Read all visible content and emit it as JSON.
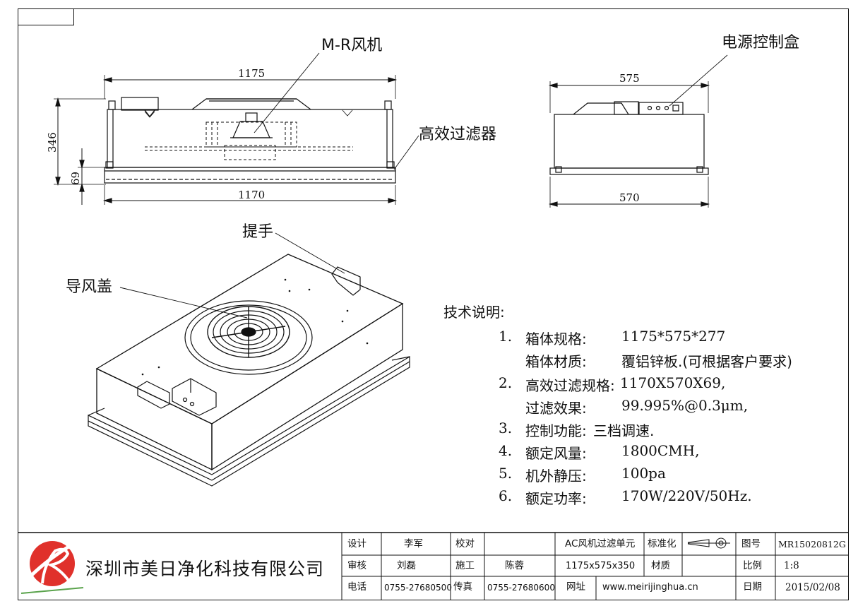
{
  "callouts": {
    "fan": "M-R风机",
    "control_box": "电源控制盒",
    "hepa_filter": "高效过滤器",
    "handle": "提手",
    "air_guide": "导风盖"
  },
  "dimensions": {
    "front_top": "1175",
    "front_bottom": "1170",
    "front_height": "346",
    "filter_height": "69",
    "side_top": "575",
    "side_bottom": "570"
  },
  "spec": {
    "heading": "技术说明:",
    "items": [
      {
        "num": "1.",
        "key": "箱体规格:",
        "value": "1175*575*277"
      },
      {
        "num": "",
        "key": "箱体材质:",
        "value": "覆铝锌板.(可根据客户要求)"
      },
      {
        "num": "2.",
        "key": "高效过滤规格:",
        "value": "1170X570X69,"
      },
      {
        "num": "",
        "key": "过滤效果:",
        "value": "99.995%@0.3μm,"
      },
      {
        "num": "3.",
        "key": "控制功能:",
        "value": "三档调速."
      },
      {
        "num": "4.",
        "key": "额定风量:",
        "value": "1800CMH,"
      },
      {
        "num": "5.",
        "key": "机外静压:",
        "value": "100pa"
      },
      {
        "num": "6.",
        "key": "额定功率:",
        "value": "170W/220V/50Hz."
      }
    ]
  },
  "title_block": {
    "company": "深圳市美日净化科技有限公司",
    "design_label": "设计",
    "designer": "李军",
    "check_label": "校对",
    "product": "AC风机过滤单元",
    "standard_label": "标准化",
    "drawing_no_label": "图号",
    "drawing_no": "MR15020812G",
    "review_label": "审核",
    "reviewer": "刘磊",
    "construct_label": "施工",
    "constructor": "陈蓉",
    "size": "1175x575x350",
    "material_label": "材质",
    "scale_label": "比例",
    "scale": "1:8",
    "phone_label": "电话",
    "phone": "0755-27680500",
    "fax_label": "传真",
    "fax": "0755-27680600",
    "web_label": "网址",
    "web": "www.meirijinghua.cn",
    "date_label": "日期",
    "date": "2015/02/08"
  },
  "logo": {
    "name": "meiri-logo",
    "color_red": "#e0312b",
    "color_white": "#ffffff"
  }
}
